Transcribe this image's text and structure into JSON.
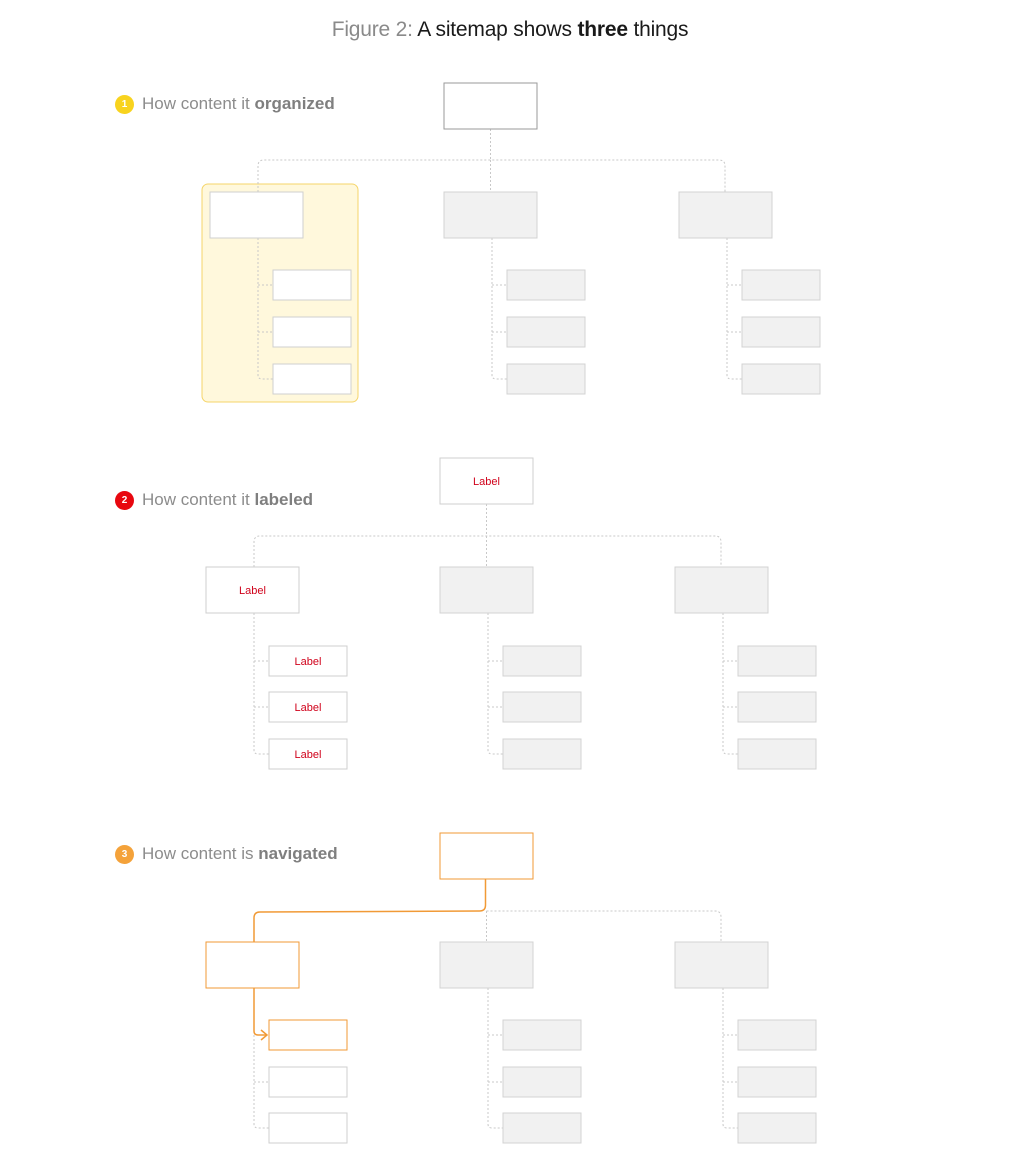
{
  "figure": {
    "prefix": "Figure 2:",
    "text_before": "A sitemap shows",
    "text_bold": "three",
    "text_after": "things"
  },
  "sections": [
    {
      "number": "1",
      "text": "How content it",
      "emphasis": "organized",
      "badge_color": "#F8D31E"
    },
    {
      "number": "2",
      "text": "How content it",
      "emphasis": "labeled",
      "badge_color": "#E8070F"
    },
    {
      "number": "3",
      "text": "How content is",
      "emphasis": "navigated",
      "badge_color": "#F4A23A"
    }
  ],
  "box_label": "Label",
  "colors": {
    "highlight_fill": "#FFF8DC",
    "highlight_stroke": "#F5D56A",
    "label_red": "#D0021B",
    "nav_orange": "#F19A36",
    "gray_box_fill": "#F1F1F1",
    "gray_box_stroke": "#D3D3D3",
    "connector": "#C8C8C8"
  }
}
